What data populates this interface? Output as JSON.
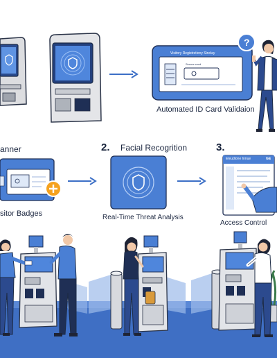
{
  "top": {
    "caption": "Automated ID Card Validaion",
    "form_title": "Visitory Registretiony Sinclay",
    "form_field": "Secure cecd"
  },
  "steps": [
    {
      "number": "",
      "label": "anner"
    },
    {
      "number": "2.",
      "label": "Facial Recogrition"
    },
    {
      "number": "3.",
      "label": ""
    }
  ],
  "panels": {
    "badges_caption": "sitor Badges",
    "threat_caption": "Real-Time Threat Analysis",
    "access_caption": "Access Control",
    "access_window_title": "Eleudione Innue",
    "access_window_badge": "GE"
  },
  "icons": [
    "kiosk-icon",
    "shield-icon",
    "question-icon",
    "arrow-right-icon",
    "plus-icon",
    "id-card-icon"
  ],
  "colors": {
    "accent": "#4a7fd4",
    "navy": "#1f2f55",
    "panel": "#dfe9f8",
    "floor": "#3f6fc4"
  }
}
